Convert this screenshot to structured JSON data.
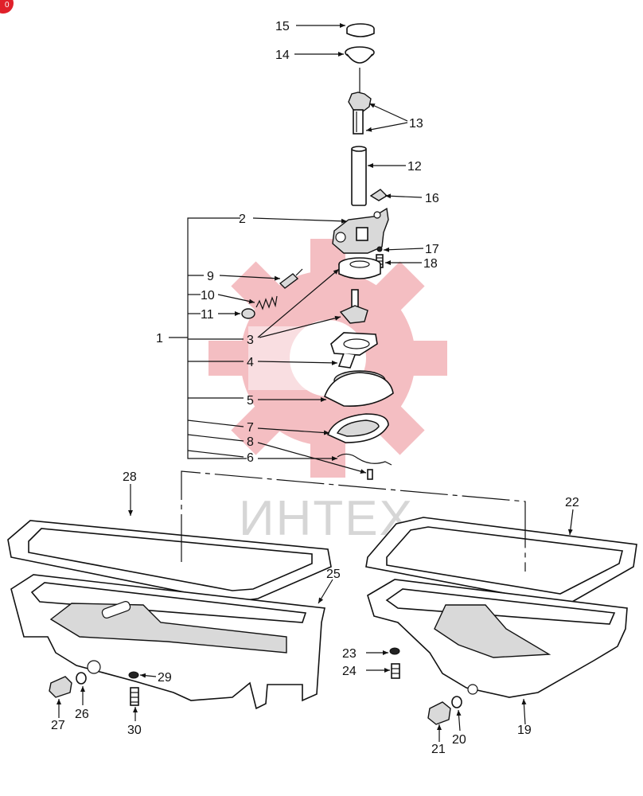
{
  "corner_badge": "0",
  "watermark": {
    "text": "ИНТЕХ",
    "color": "#f3b3b8"
  },
  "callouts": {
    "c1": "1",
    "c2": "2",
    "c3": "3",
    "c4": "4",
    "c5": "5",
    "c6": "6",
    "c7": "7",
    "c8": "8",
    "c9": "9",
    "c10": "10",
    "c11": "11",
    "c12": "12",
    "c13": "13",
    "c14": "14",
    "c15": "15",
    "c16": "16",
    "c17": "17",
    "c18": "18",
    "c19": "19",
    "c20": "20",
    "c21": "21",
    "c22": "22",
    "c23": "23",
    "c24": "24",
    "c25": "25",
    "c26": "26",
    "c27": "27",
    "c28": "28",
    "c29": "29",
    "c30": "30"
  }
}
